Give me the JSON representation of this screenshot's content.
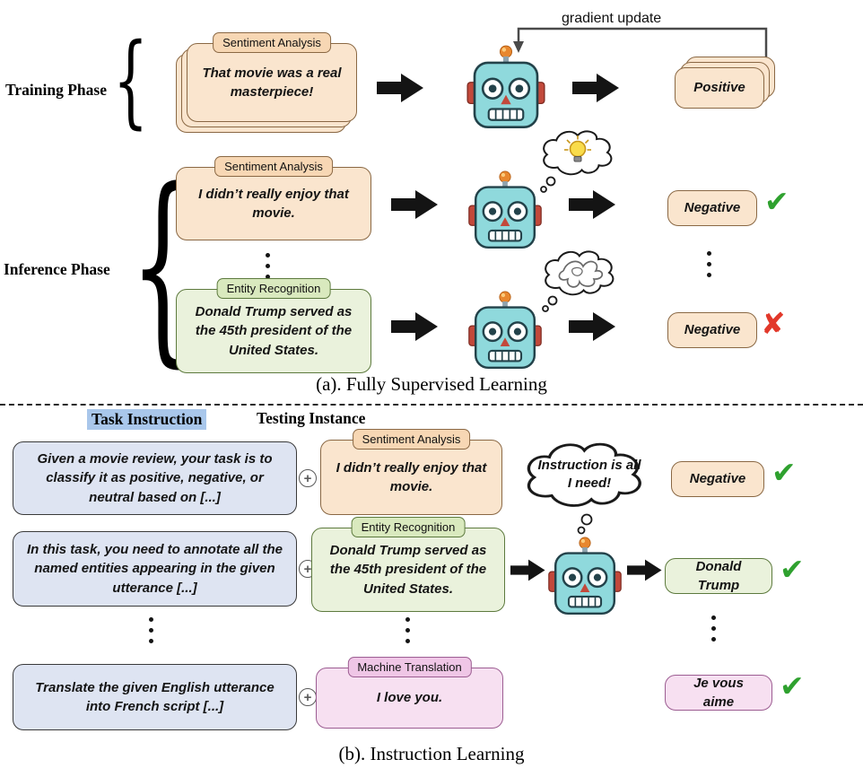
{
  "icons": {
    "brace": "{",
    "plus": "+",
    "check": "✔",
    "cross": "✘",
    "robot": "robot-face",
    "lightbulb": "idea-lightbulb-thought",
    "scribble": "confused-scribble-thought",
    "arrow": "solid-right-arrow"
  },
  "colors": {
    "peach_fill": "#FAE5CE",
    "green_fill": "#EAF2DC",
    "blue_fill": "#DEE4F2",
    "pink_fill": "#F7E0F1",
    "highlight_blue": "#A9C7EB",
    "check_green": "#2FA12F",
    "cross_red": "#E2382A"
  },
  "section_a": {
    "caption": "(a). Fully Supervised Learning",
    "gradient_update_label": "gradient update",
    "training": {
      "phase_label": "Training Phase",
      "input_tag": "Sentiment Analysis",
      "input_text": "That movie was a real masterpiece!",
      "output_text": "Positive"
    },
    "inference": {
      "phase_label": "Inference Phase",
      "rows": [
        {
          "tag": "Sentiment Analysis",
          "text": "I didn’t really enjoy that movie.",
          "output": "Negative",
          "verdict": "correct"
        },
        {
          "tag": "Entity Recognition",
          "text": "Donald Trump served as the 45th president of the United States.",
          "output": "Negative",
          "verdict": "incorrect"
        }
      ]
    }
  },
  "section_b": {
    "caption": "(b). Instruction Learning",
    "headers": {
      "task_instruction": "Task Instruction",
      "testing_instance": "Testing Instance"
    },
    "robot_thought": "Instruction is all I need!",
    "rows": [
      {
        "instruction": "Given a movie review, your task is to classify it as positive, negative, or neutral based on [...]",
        "tag": "Sentiment Analysis",
        "instance": "I didn’t really enjoy that movie.",
        "output": "Negative",
        "verdict": "correct"
      },
      {
        "instruction": "In this task, you need to annotate all the named entities appearing in the given utterance [...]",
        "tag": "Entity Recognition",
        "instance": "Donald Trump served as the 45th president of the United States.",
        "output": "Donald Trump",
        "verdict": "correct"
      },
      {
        "instruction": "Translate the given English utterance into French script [...]",
        "tag": "Machine Translation",
        "instance": "I love you.",
        "output": "Je vous aime",
        "verdict": "correct"
      }
    ]
  }
}
